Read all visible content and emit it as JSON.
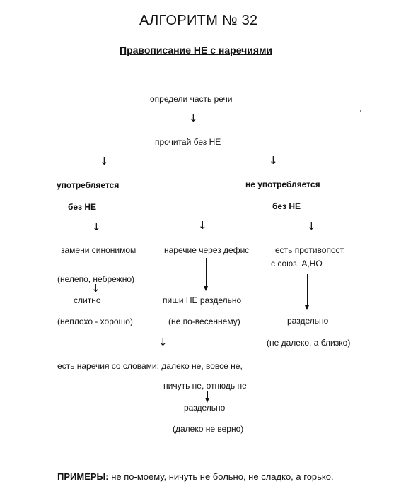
{
  "title": "АЛГОРИТМ № 32",
  "subtitle": "Правописание НЕ с наречиями",
  "steps": {
    "define_part": "определи часть речи",
    "read_without": "прочитай без НЕ",
    "used": "употребляется",
    "used_without": "без НЕ",
    "not_used": "не употребляется",
    "not_used_without": "без НЕ",
    "replace_synonym": "замени синонимом",
    "synonym_examples": "(нелепо, небрежно)",
    "together": "слитно",
    "together_example": "(неплохо - хорошо)",
    "hyphen_adverb": "наречие через дефис",
    "write_separately": "пиши НЕ раздельно",
    "separately_example": "(не по-весеннему)",
    "contrast_line1": "есть противопост.",
    "contrast_line2": "с союз. А,НО",
    "separately_right": "раздельно",
    "separately_right_example": "(не далеко, а близко)",
    "words_line1": "есть наречия со словами: далеко не, вовсе не,",
    "words_line2": "ничуть не, отнюдь не",
    "separately_bottom": "раздельно",
    "separately_bottom_example": "(далеко не верно)"
  },
  "examples": {
    "label": "ПРИМЕРЫ:",
    "text": " не по-моему, ничуть не больно, не сладко, а горько."
  },
  "arrow_glyph": "↓"
}
